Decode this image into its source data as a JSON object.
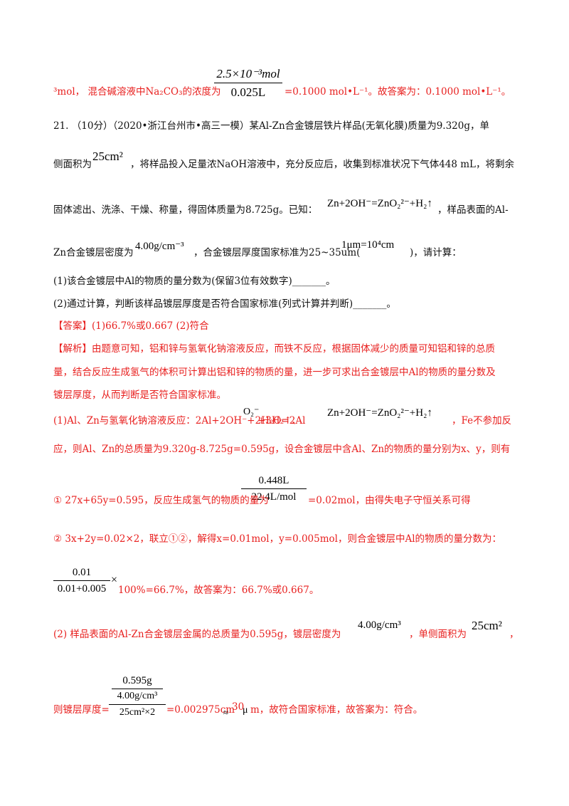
{
  "prev": {
    "frac_num": "2.5×10⁻³mol",
    "frac_den": "0.025L",
    "left": "³mol， 混合碱溶液中Na₂CO₃的浓度为",
    "right": "=0.1000 mol•L⁻¹。故答案为：0.1000 mol•L⁻¹。"
  },
  "question": {
    "line1": "21. （10分）（2020•浙江台州市•高三一模）某Al-Zn合金镀层铁片样品(无氧化膜)质量为9.320g，单",
    "line2_a": "侧面积为",
    "area_math": "25cm²",
    "line2_b": "，将样品投入足量浓NaOH溶液中，充分反应后，收集到标准状况下气体448 mL，将剩余",
    "line3_a": "固体滤出、洗涤、干燥、称量，得固体质量为8.725g。已知：",
    "eq_math": "Zn+2OH⁻=ZnO₂²⁻+H₂↑",
    "line3_b": "，样品表面的Al-",
    "line4_a": "Zn合金镀层密度为",
    "density_math": "4.00g/cm⁻³",
    "line4_b": "，合金镀层厚度国家标准为25~35um(",
    "um_math": "1μm=10⁴cm",
    "line4_c": ")，请计算：",
    "q1": "(1)该合金镀层中Al的物质的量分数为(保留3位有效数字)_______。",
    "q2": "(2)通过计算，判断该样品镀层厚度是否符合国家标准(列式计算并判断)_______。"
  },
  "answer": {
    "tag": "【答案】",
    "text": "(1)66.7%或0.667    (2)符合"
  },
  "analysis": {
    "tag": "【解析】",
    "l1": "由题意可知，铝和锌与氢氧化钠溶液反应，而铁不反应，根据固体减少的质量可知铝和锌的总质",
    "l2": "量，结合反应生成氢气的体积可计算出铝和锌的物质的量，进一步可求出合金镀层中Al的物质的量分数及",
    "l3": "镀层厚度，从而判断是否符合国家标准。",
    "p1_a": "(1)Al、Zn与氢氧化钠溶液反应：2Al+2OH⁻+2H₂O=2Al",
    "p1_ion": "O₂⁻",
    "p1_b": "+3H₂↑、",
    "p1_eq": "Zn+2OH⁻=ZnO₂²⁻+H₂↑",
    "p1_c": "，Fe不参加反",
    "p2": "应，则Al、Zn的总质量为9.320g-8.725g=0.595g，设合金镀层中含Al、Zn的物质的量分别为x、y，则有",
    "f1_num": "0.448L",
    "f1_den": "22.4L/mol",
    "p3_a": "① 27x+65y=0.595，反应生成氢气的物质的量为",
    "p3_b": "=0.02mol，由得失电子守恒关系可得",
    "p4": "② 3x+2y=0.02×2，联立①②，解得x=0.01mol，y=0.005mol，则合金镀层中Al的物质的量分数为：",
    "f2_num": "0.01",
    "f2_den": "0.01+0.005",
    "times": "×",
    "p5": "100%=66.7%，故答案为：66.7%或0.667。",
    "p6_a": "(2) 样品表面的Al-Zn合金镀层金属的总质量为0.595g，镀层密度为",
    "p6_dens": "4.00g/cm³",
    "p6_b": "，单侧面积为",
    "p6_area": "25cm²",
    "p6_c": "，",
    "f3_top": "0.595g",
    "f3_mid": "4.00g/cm³",
    "f3_den": "25cm²×2",
    "p7_a": "则镀层厚度=",
    "p7_b": "=0.002975cm",
    "approx": "≈",
    "p7_30": "30",
    "mu": "μ",
    "p7_c": "m，故符合国家标准，故答案为：符合。"
  }
}
